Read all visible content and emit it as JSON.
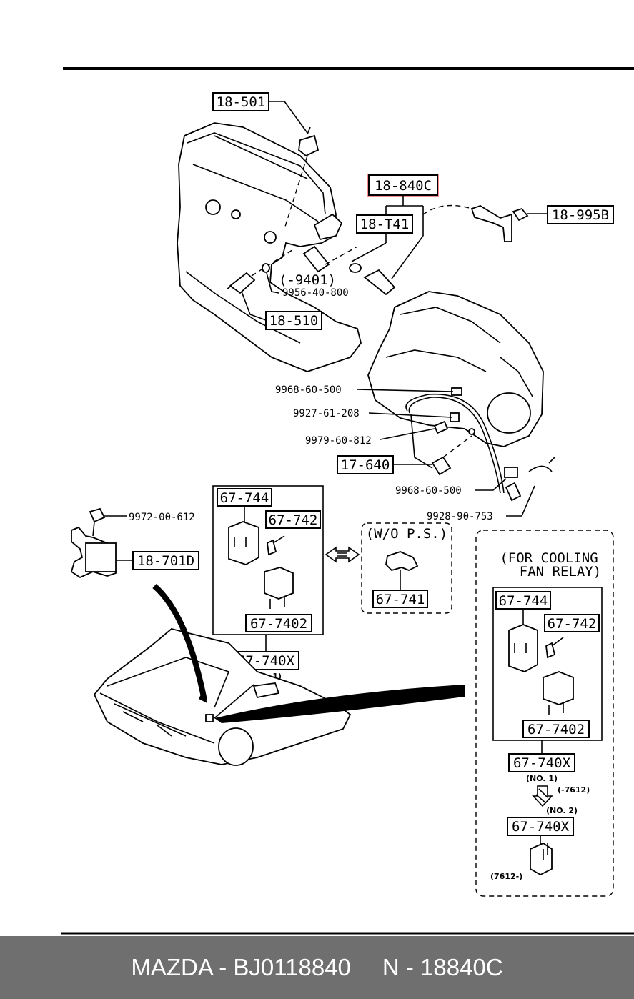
{
  "diagram": {
    "labels": {
      "p18_501": "18-501",
      "p18_840c": "18-840C",
      "p18_t41": "18-T41",
      "p18_995b": "18-995B",
      "p9401": "(-9401)",
      "p9956": "9956-40-800",
      "p18_510": "18-510",
      "p9968a": "9968-60-500",
      "p9927": "9927-61-208",
      "p9979": "9979-60-812",
      "p17_640": "17-640",
      "p9968b": "9968-60-500",
      "p9928": "9928-90-753",
      "p9972": "9972-00-612",
      "p18_701d": "18-701D",
      "p67_744a": "67-744",
      "p67_742a": "67-742",
      "p67_7402a": "67-7402",
      "p67_740xa": "67-740X",
      "no1a": "(NO. 1)",
      "wops": "(W/O P.S.)",
      "p67_741": "67-741",
      "cooling1": "(FOR COOLING",
      "cooling2": "FAN RELAY)",
      "p67_744b": "67-744",
      "p67_742b": "67-742",
      "p67_7402b": "67-7402",
      "p67_740xb": "67-740X",
      "no1b": "(NO. 1)",
      "m7612": "(-7612)",
      "no2": "(NO. 2)",
      "p67_740xc": "67-740X",
      "p7612": "(7612-)"
    },
    "highlight_color": "#f28b8b"
  },
  "footer": {
    "brand_part": "MAZDA - BJ0118840",
    "ref": "N - 18840C"
  }
}
